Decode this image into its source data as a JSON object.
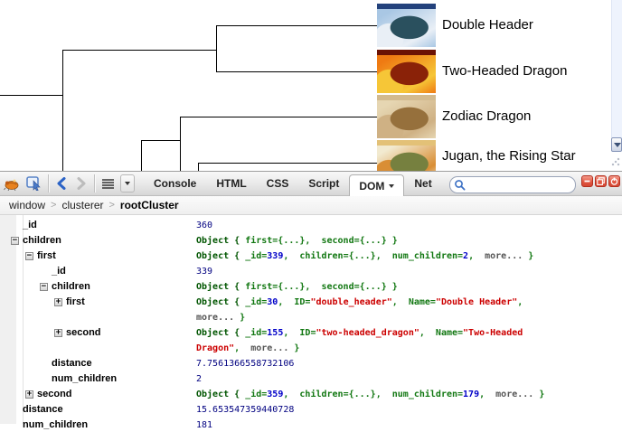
{
  "page": {
    "cards": [
      {
        "name": "Double Header",
        "art_name": "double-header-card-art",
        "colors": {
          "bar": "#23427c",
          "sky": "#a9c7e4",
          "body": "#2a505e",
          "accent": "#e9eff6"
        }
      },
      {
        "name": "Two-Headed Dragon",
        "art_name": "two-headed-dragon-card-art",
        "colors": {
          "bar": "#6b1204",
          "sky": "#ef7a12",
          "body": "#8a2208",
          "accent": "#f6c637"
        }
      },
      {
        "name": "Zodiac Dragon",
        "art_name": "zodiac-dragon-card-art",
        "colors": {
          "bar": "#d3ba8e",
          "sky": "#e6d6b2",
          "body": "#96703c",
          "accent": "#cfb184"
        }
      },
      {
        "name": "Jugan, the Rising Star",
        "art_name": "jugan-card-art",
        "colors": {
          "bar": "#e3c177",
          "sky": "#f2ead0",
          "body": "#76803f",
          "accent": "#d98e35"
        }
      }
    ],
    "dendrogram": {
      "line_color": "#000000",
      "segments": [
        [
          0,
          105,
          69,
          105
        ],
        [
          69,
          55,
          69,
          189
        ],
        [
          69,
          55,
          239,
          55
        ],
        [
          239,
          28,
          239,
          79
        ],
        [
          239,
          28,
          417,
          28
        ],
        [
          239,
          79,
          417,
          79
        ],
        [
          199,
          129,
          417,
          129
        ],
        [
          199,
          129,
          199,
          189
        ],
        [
          156,
          155,
          199,
          155
        ],
        [
          156,
          155,
          156,
          189
        ],
        [
          219,
          180,
          417,
          180
        ],
        [
          219,
          180,
          219,
          189
        ]
      ]
    }
  },
  "firebug": {
    "toolbar": {
      "tabs": [
        {
          "label": "Console",
          "active": false
        },
        {
          "label": "HTML",
          "active": false
        },
        {
          "label": "CSS",
          "active": false
        },
        {
          "label": "Script",
          "active": false
        },
        {
          "label": "DOM",
          "active": true
        },
        {
          "label": "Net",
          "active": false
        }
      ],
      "search": {
        "value": "",
        "placeholder": ""
      }
    },
    "window_buttons": [
      {
        "name": "minimize-button"
      },
      {
        "name": "detach-button"
      },
      {
        "name": "close-button"
      }
    ],
    "breadcrumb": {
      "items": [
        "window",
        "clusterer",
        "rootCluster"
      ],
      "separator": ">"
    },
    "dom_panel": {
      "rows": [
        {
          "level": 0,
          "expander": null,
          "name": "_id",
          "value": [
            {
              "c": "snum",
              "t": "360"
            }
          ]
        },
        {
          "level": 0,
          "expander": "minus",
          "name": "children",
          "value": [
            {
              "c": "obj",
              "t": "Object { "
            },
            {
              "c": "prop",
              "t": "first={...},  second={...} }"
            }
          ]
        },
        {
          "level": 1,
          "expander": "minus",
          "name": "first",
          "value": [
            {
              "c": "obj",
              "t": "Object { "
            },
            {
              "c": "prop",
              "t": "_id="
            },
            {
              "c": "num",
              "t": "339"
            },
            {
              "c": "prop",
              "t": ",  children={...},  num_children="
            },
            {
              "c": "num",
              "t": "2"
            },
            {
              "c": "prop",
              "t": ",  "
            },
            {
              "c": "more",
              "t": "more..."
            },
            {
              "c": "prop",
              "t": " }"
            }
          ]
        },
        {
          "level": 2,
          "expander": null,
          "name": "_id",
          "value": [
            {
              "c": "snum",
              "t": "339"
            }
          ]
        },
        {
          "level": 2,
          "expander": "minus",
          "name": "children",
          "value": [
            {
              "c": "obj",
              "t": "Object { "
            },
            {
              "c": "prop",
              "t": "first={...},  second={...} }"
            }
          ]
        },
        {
          "level": 3,
          "expander": "plus",
          "name": "first",
          "value": [
            {
              "c": "obj",
              "t": "Object { "
            },
            {
              "c": "prop",
              "t": "_id="
            },
            {
              "c": "num",
              "t": "30"
            },
            {
              "c": "prop",
              "t": ",  ID="
            },
            {
              "c": "str",
              "t": "\"double_header\""
            },
            {
              "c": "prop",
              "t": ",  Name="
            },
            {
              "c": "str",
              "t": "\"Double Header\""
            },
            {
              "c": "prop",
              "t": ",\n"
            },
            {
              "c": "more",
              "t": "more..."
            },
            {
              "c": "prop",
              "t": " }"
            }
          ]
        },
        {
          "level": 3,
          "expander": "plus",
          "name": "second",
          "value": [
            {
              "c": "obj",
              "t": "Object { "
            },
            {
              "c": "prop",
              "t": "_id="
            },
            {
              "c": "num",
              "t": "155"
            },
            {
              "c": "prop",
              "t": ",  ID="
            },
            {
              "c": "str",
              "t": "\"two-headed_dragon\""
            },
            {
              "c": "prop",
              "t": ",  Name="
            },
            {
              "c": "str",
              "t": "\"Two-Headed\nDragon\""
            },
            {
              "c": "prop",
              "t": ",  "
            },
            {
              "c": "more",
              "t": "more..."
            },
            {
              "c": "prop",
              "t": " }"
            }
          ]
        },
        {
          "level": 2,
          "expander": null,
          "name": "distance",
          "value": [
            {
              "c": "snum",
              "t": "7.7561366558732106"
            }
          ]
        },
        {
          "level": 2,
          "expander": null,
          "name": "num_children",
          "value": [
            {
              "c": "snum",
              "t": "2"
            }
          ]
        },
        {
          "level": 1,
          "expander": "plus",
          "name": "second",
          "value": [
            {
              "c": "obj",
              "t": "Object { "
            },
            {
              "c": "prop",
              "t": "_id="
            },
            {
              "c": "num",
              "t": "359"
            },
            {
              "c": "prop",
              "t": ",  children={...},  num_children="
            },
            {
              "c": "num",
              "t": "179"
            },
            {
              "c": "prop",
              "t": ",  "
            },
            {
              "c": "more",
              "t": "more..."
            },
            {
              "c": "prop",
              "t": " }"
            }
          ]
        },
        {
          "level": 0,
          "expander": null,
          "name": "distance",
          "value": [
            {
              "c": "snum",
              "t": "15.653547359440728"
            }
          ]
        },
        {
          "level": 0,
          "expander": null,
          "name": "num_children",
          "value": [
            {
              "c": "snum",
              "t": "181"
            }
          ]
        }
      ]
    }
  }
}
